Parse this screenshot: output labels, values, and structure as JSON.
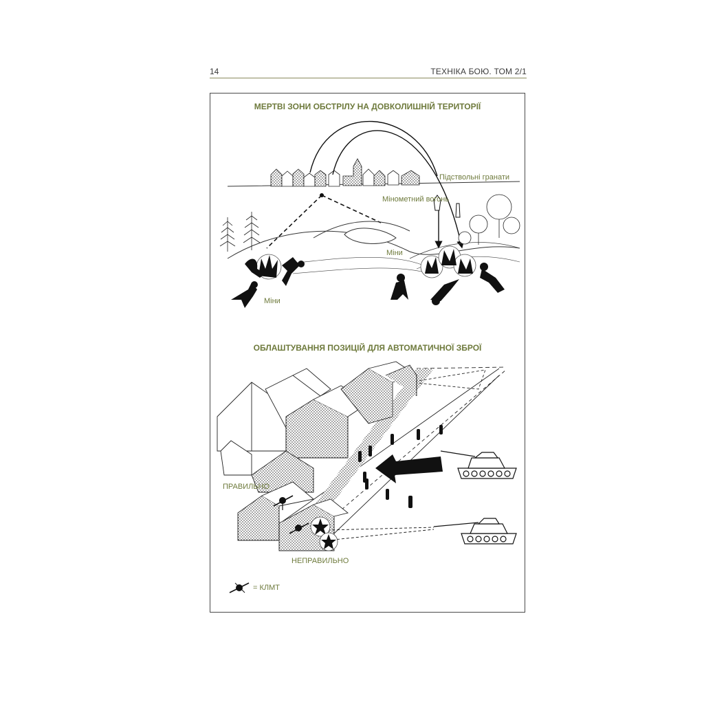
{
  "page": {
    "number": "14",
    "running_head": "ТЕХНІКА БОЮ. ТОМ 2/1"
  },
  "figure1": {
    "title": "МЕРТВІ ЗОНИ ОБСТРІЛУ НА ДОВКОЛИШНІЙ ТЕРИТОРІЇ",
    "labels": {
      "grenades": "Підствольні гранати",
      "mortar": "Мінометний вогонь",
      "mines_center": "Міни",
      "mines_left": "Міни"
    }
  },
  "figure2": {
    "title": "ОБЛАШТУВАННЯ ПОЗИЦІЙ ДЛЯ АВТОМАТИЧНОЇ ЗБРОЇ",
    "labels": {
      "correct": "ПРАВИЛЬНО",
      "incorrect": "НЕПРАВИЛЬНО",
      "legend": "= КЛМТ"
    }
  },
  "colors": {
    "caption": "#6e7a3c",
    "ink": "#111111",
    "rule": "#8a8a5c"
  }
}
